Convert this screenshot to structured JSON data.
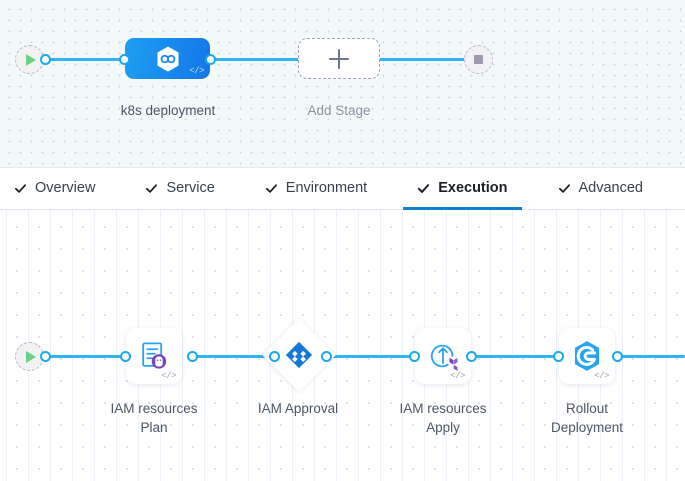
{
  "theme": {
    "edge_color": "#30b4f2",
    "port_color": "#19a9ec",
    "accent_blue": "#0b7fd4",
    "stage_gradient_from": "#1c9ff0",
    "stage_gradient_to": "#1477e8",
    "label_color": "#4c5664",
    "muted_label_color": "#8a93a2",
    "canvas_top_bg": "#f3f8fb",
    "canvas_bottom_bg": "#ffffff",
    "terraform_purple": "#7b42bc",
    "play_green": "#6ad287",
    "stop_gray": "#9b9baa"
  },
  "stage_canvas": {
    "name": "stage-pipeline-canvas",
    "start_node": {
      "icon": "play-icon",
      "title": "Start"
    },
    "end_node": {
      "icon": "stop-icon",
      "title": "End"
    },
    "stages": [
      {
        "id": "k8s-deployment",
        "label": "k8s deployment",
        "icon": "kubernetes-hexagon-icon",
        "code_badge": "</>",
        "selected": true
      }
    ],
    "add_stage": {
      "label": "Add Stage",
      "icon": "plus-icon"
    }
  },
  "tabs": {
    "name": "stage-config-tabs",
    "items": [
      {
        "label": "Overview",
        "icon": "check-icon",
        "complete": true,
        "active": false
      },
      {
        "label": "Service",
        "icon": "check-icon",
        "complete": true,
        "active": false
      },
      {
        "label": "Environment",
        "icon": "check-icon",
        "complete": true,
        "active": false
      },
      {
        "label": "Execution",
        "icon": "check-icon",
        "complete": true,
        "active": true
      },
      {
        "label": "Advanced",
        "icon": "check-icon",
        "complete": true,
        "active": false
      }
    ]
  },
  "execution_canvas": {
    "name": "execution-steps-canvas",
    "start_node": {
      "icon": "play-icon",
      "title": "Start"
    },
    "steps": [
      {
        "id": "iam-resources-plan",
        "label": "IAM resources\nPlan",
        "shape": "rounded",
        "icon": "terraform-plan-document-icon",
        "code_badge": "</>"
      },
      {
        "id": "iam-approval",
        "label": "IAM Approval",
        "shape": "diamond",
        "icon": "approval-diamond-icon",
        "code_badge": ""
      },
      {
        "id": "iam-resources-apply",
        "label": "IAM resources\nApply",
        "shape": "rounded",
        "icon": "terraform-apply-icon",
        "code_badge": "</>"
      },
      {
        "id": "rollout-deployment",
        "label": "Rollout\nDeployment",
        "shape": "rounded",
        "icon": "rollout-deployment-hexagon-icon",
        "code_badge": "</>"
      }
    ]
  }
}
